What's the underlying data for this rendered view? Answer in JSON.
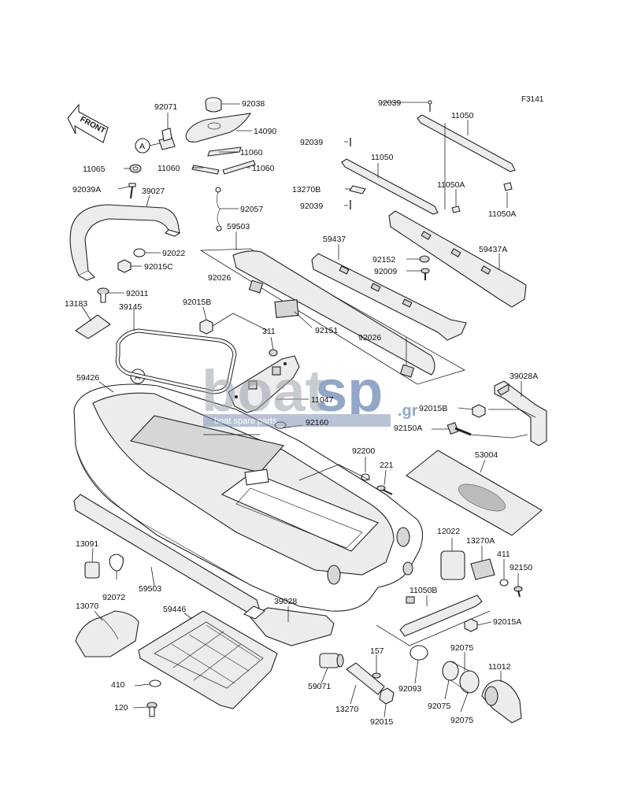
{
  "figure_code": "F3141",
  "front_label": "FRONT",
  "ref_letter": "A",
  "watermark": {
    "brand_a": "boat",
    "brand_b": "sp",
    "tld": ".gr",
    "tagline": "boat spare parts"
  },
  "parts": [
    {
      "id": "p92071",
      "text": "92071"
    },
    {
      "id": "p92038",
      "text": "92038"
    },
    {
      "id": "p14090",
      "text": "14090"
    },
    {
      "id": "p11060a",
      "text": "11060"
    },
    {
      "id": "p11060b",
      "text": "11060"
    },
    {
      "id": "p11060c",
      "text": "11060"
    },
    {
      "id": "p11065",
      "text": "11065"
    },
    {
      "id": "p92039A",
      "text": "92039A"
    },
    {
      "id": "p39027",
      "text": "39027"
    },
    {
      "id": "p92057",
      "text": "92057"
    },
    {
      "id": "p59503a",
      "text": "59503"
    },
    {
      "id": "p92022",
      "text": "92022"
    },
    {
      "id": "p92015C",
      "text": "92015C"
    },
    {
      "id": "p92026a",
      "text": "92026"
    },
    {
      "id": "p92011",
      "text": "92011"
    },
    {
      "id": "p13183",
      "text": "13183"
    },
    {
      "id": "p39145",
      "text": "39145"
    },
    {
      "id": "p92015Ba",
      "text": "92015B"
    },
    {
      "id": "p311",
      "text": "311"
    },
    {
      "id": "p92151",
      "text": "92151"
    },
    {
      "id": "p92039a",
      "text": "92039"
    },
    {
      "id": "p11050a",
      "text": "11050"
    },
    {
      "id": "p92039b",
      "text": "92039"
    },
    {
      "id": "p11050b",
      "text": "11050"
    },
    {
      "id": "p13270B",
      "text": "13270B"
    },
    {
      "id": "p92039c",
      "text": "92039"
    },
    {
      "id": "p11050Aa",
      "text": "11050A"
    },
    {
      "id": "p11050Ab",
      "text": "11050A"
    },
    {
      "id": "p59437",
      "text": "59437"
    },
    {
      "id": "p92152",
      "text": "92152"
    },
    {
      "id": "p92009",
      "text": "92009"
    },
    {
      "id": "p59437A",
      "text": "59437A"
    },
    {
      "id": "p92026b",
      "text": "92026"
    },
    {
      "id": "p59426",
      "text": "59426"
    },
    {
      "id": "p11047",
      "text": "11047"
    },
    {
      "id": "p92160",
      "text": "92160"
    },
    {
      "id": "p39028A",
      "text": "39028A"
    },
    {
      "id": "p92015Bb",
      "text": "92015B"
    },
    {
      "id": "p92150A",
      "text": "92150A"
    },
    {
      "id": "p92200",
      "text": "92200"
    },
    {
      "id": "p221",
      "text": "221"
    },
    {
      "id": "p53004",
      "text": "53004"
    },
    {
      "id": "p13091",
      "text": "13091"
    },
    {
      "id": "p92072",
      "text": "92072"
    },
    {
      "id": "p59503b",
      "text": "59503"
    },
    {
      "id": "p12022",
      "text": "12022"
    },
    {
      "id": "p13270A",
      "text": "13270A"
    },
    {
      "id": "p411",
      "text": "411"
    },
    {
      "id": "p92150",
      "text": "92150"
    },
    {
      "id": "p13070",
      "text": "13070"
    },
    {
      "id": "p59446",
      "text": "59446"
    },
    {
      "id": "p39028",
      "text": "39028"
    },
    {
      "id": "p11050B",
      "text": "11050B"
    },
    {
      "id": "p92015A",
      "text": "92015A"
    },
    {
      "id": "p157",
      "text": "157"
    },
    {
      "id": "p92075a",
      "text": "92075"
    },
    {
      "id": "p11012",
      "text": "11012"
    },
    {
      "id": "p410",
      "text": "410"
    },
    {
      "id": "p59071",
      "text": "59071"
    },
    {
      "id": "p92093",
      "text": "92093"
    },
    {
      "id": "p92075b",
      "text": "92075"
    },
    {
      "id": "p92075c",
      "text": "92075"
    },
    {
      "id": "p120",
      "text": "120"
    },
    {
      "id": "p13270",
      "text": "13270"
    },
    {
      "id": "p92015",
      "text": "92015"
    }
  ]
}
